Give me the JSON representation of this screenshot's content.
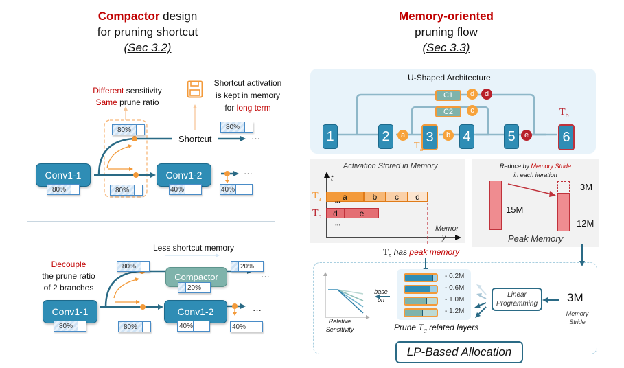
{
  "left": {
    "title": {
      "highlight": "Compactor",
      "rest": " design",
      "line2": "for pruning shortcut",
      "sec": "(Sec 3.2)"
    },
    "top": {
      "note_different": "Different",
      "note_sensitivity": " sensitivity",
      "note_same": "Same",
      "note_ratio": " prune ratio",
      "save_note_line1": "Shortcut activation",
      "save_note_line2": "is kept in memory",
      "save_note_line3_prefix": "for ",
      "save_note_line3_red": "long term",
      "shortcut_label": "Shortcut",
      "conv1": "Conv1-1",
      "conv2": "Conv1-2",
      "ellipsis": "···",
      "ratios": {
        "conv1": "80%",
        "branch_top": "80%",
        "branch_bottom": "80%",
        "shortcut_out": "80%",
        "conv2": "40%",
        "conv2_out": "40%"
      }
    },
    "bottom": {
      "less_memory": "Less shortcut memory",
      "note_decouple": "Decouple",
      "note_line2": "the prune ratio",
      "note_line3": "of 2 branches",
      "conv1": "Conv1-1",
      "conv2": "Conv1-2",
      "compactor": "Compactor",
      "ellipsis": "···",
      "ratios": {
        "conv1": "80%",
        "branch_top": "80%",
        "branch_bottom": "80%",
        "compactor": "20%",
        "compactor_out": "20%",
        "conv2": "40%",
        "conv2_out": "40%"
      }
    }
  },
  "right": {
    "title": {
      "highlight": "Memory-oriented",
      "line2": "pruning flow",
      "sec": "(Sec 3.3)"
    },
    "ushape": {
      "title": "U-Shaped Architecture",
      "nodes": [
        "1",
        "2",
        "3",
        "4",
        "5",
        "6"
      ],
      "compactors": [
        "C1",
        "C2"
      ],
      "activations": {
        "a": "a",
        "b": "b",
        "c": "c",
        "d1": "d",
        "d2": "d",
        "e": "e"
      },
      "ta": "T",
      "ta_sub": "a",
      "tb": "T",
      "tb_sub": "b"
    },
    "activation_chart": {
      "title": "Activation Stored in Memory",
      "y_axis": "t",
      "x_axis_line1": "Memor",
      "x_axis_line2": "y",
      "ta": "T",
      "ta_sub": "a",
      "tb": "T",
      "tb_sub": "b",
      "ta_segments": [
        "a",
        "b",
        "c",
        "d"
      ],
      "tb_segments": [
        "d",
        "e"
      ],
      "dots": "•••",
      "caption_t": "T",
      "caption_sub": "a",
      "caption_mid": " has ",
      "caption_red": "peak memory"
    },
    "peak_memory": {
      "note_prefix": "Reduce by ",
      "note_red": "Memory Stride",
      "note_line2": "in each iteration",
      "before": "15M",
      "stride": "3M",
      "after": "12M",
      "caption": "Peak Memory"
    },
    "lp": {
      "sensitivity_label_1": "Relative",
      "sensitivity_label_2": "Sensitivity",
      "base_on_1": "base",
      "base_on_2": "on",
      "layers": [
        {
          "delta": "- 0.2M",
          "kept": 0.88
        },
        {
          "delta": "- 0.6M",
          "kept": 0.78
        },
        {
          "delta": "- 1.0M",
          "kept": 0.68
        },
        {
          "delta": "- 1.2M",
          "kept": 0.55
        }
      ],
      "prune_caption_prefix": "Prune T",
      "prune_caption_sub": "α",
      "prune_caption_suffix": " related layers",
      "lp_line1": "Linear",
      "lp_line2": "Programming",
      "stride_value": "3M",
      "stride_label_1": "Memory",
      "stride_label_2": "Stride",
      "section_title": "LP-Based Allocation"
    }
  }
}
